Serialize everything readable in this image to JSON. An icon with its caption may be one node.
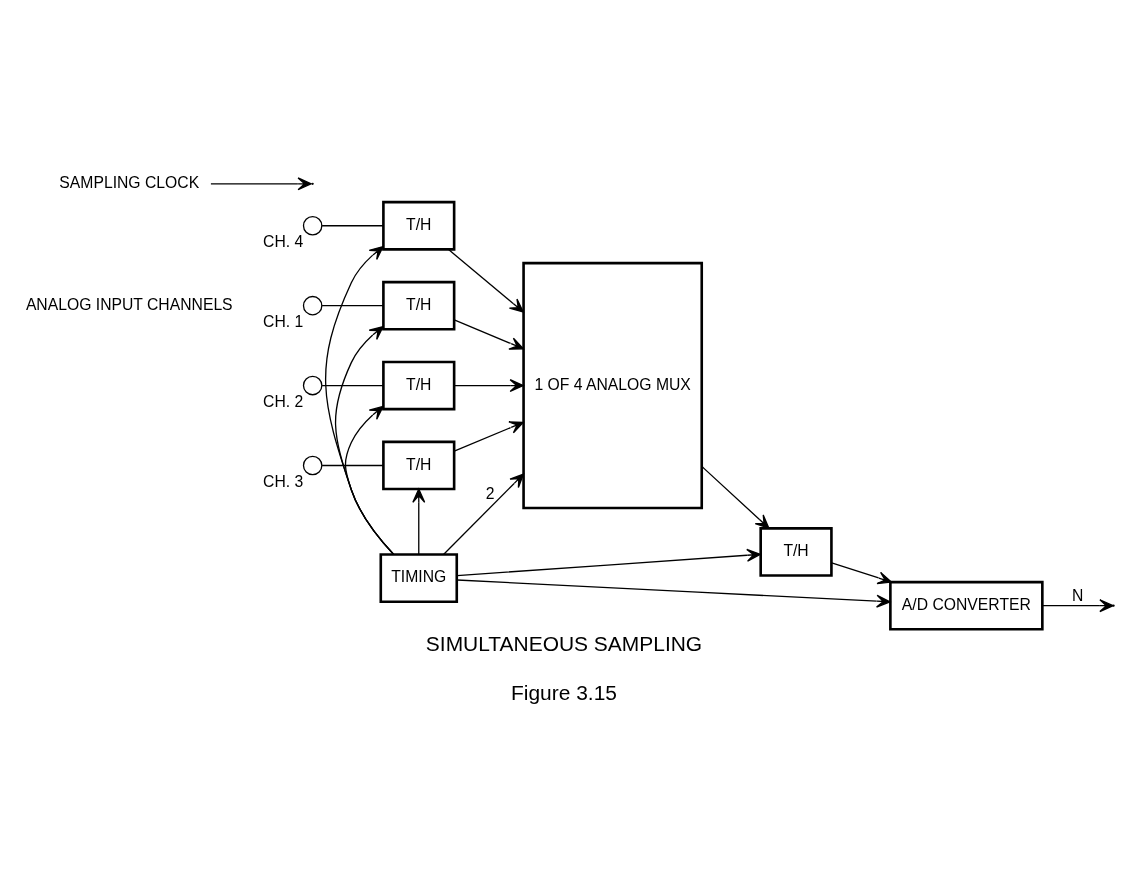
{
  "diagram": {
    "title": "SIMULTANEOUS SAMPLING",
    "caption": "Figure 3.15",
    "nodes": [
      {
        "text": [],
        "shape": "circle",
        "beside": [
          "CH. 1"
        ]
      },
      {
        "text": [],
        "shape": "circle",
        "beside": [
          "CH. 2"
        ]
      },
      {
        "text": [],
        "shape": "circle",
        "beside": [
          "CH. 3"
        ]
      },
      {
        "text": [],
        "shape": "circle",
        "beside": [
          "CH. 4"
        ]
      },
      {
        "text": [
          "T/H"
        ]
      },
      {
        "text": [
          "T/H"
        ]
      },
      {
        "text": [
          "T/H"
        ]
      },
      {
        "text": [
          "T/H"
        ]
      },
      {
        "text": [
          "1 OF 4 ANALOG MUX"
        ]
      },
      {
        "text": [
          "T/H"
        ]
      },
      {
        "text": [
          "A/D CONVERTER"
        ]
      },
      {
        "text": [
          "TIMING"
        ]
      },
      {
        "text": [
          "SAMPLING CLOCK"
        ]
      }
    ],
    "edges": [
      {
        "from": 0,
        "to": 4,
        "arrow": "none"
      },
      {
        "from": 1,
        "to": 5,
        "arrow": "none"
      },
      {
        "from": 2,
        "to": 6,
        "arrow": "none"
      },
      {
        "from": 3,
        "to": 7,
        "arrow": "none"
      },
      {
        "from": 4,
        "to": 8,
        "arrow": "to"
      },
      {
        "from": 5,
        "to": 8,
        "arrow": "to"
      },
      {
        "from": 6,
        "to": 8,
        "arrow": "to"
      },
      {
        "from": 7,
        "to": 8,
        "arrow": "to"
      },
      {
        "from": 8,
        "to": 9,
        "arrow": "to"
      },
      {
        "from": 9,
        "to": 10,
        "arrow": "to"
      },
      {
        "from": 10,
        "to": null,
        "arrow": "to",
        "label": "N"
      },
      {
        "from": 11,
        "to": 4,
        "arrow": "to"
      },
      {
        "from": 11,
        "to": 5,
        "arrow": "to"
      },
      {
        "from": 11,
        "to": 6,
        "arrow": "to"
      },
      {
        "from": 11,
        "to": 7,
        "arrow": "to"
      },
      {
        "from": 11,
        "to": 8,
        "arrow": "to",
        "label": "2"
      },
      {
        "from": 11,
        "to": 9,
        "arrow": "to"
      },
      {
        "from": 11,
        "to": 10,
        "arrow": "to"
      },
      {
        "from": 12,
        "to": null,
        "arrow": "to"
      }
    ],
    "labels": [
      "ANALOG INPUT CHANNELS"
    ]
  }
}
